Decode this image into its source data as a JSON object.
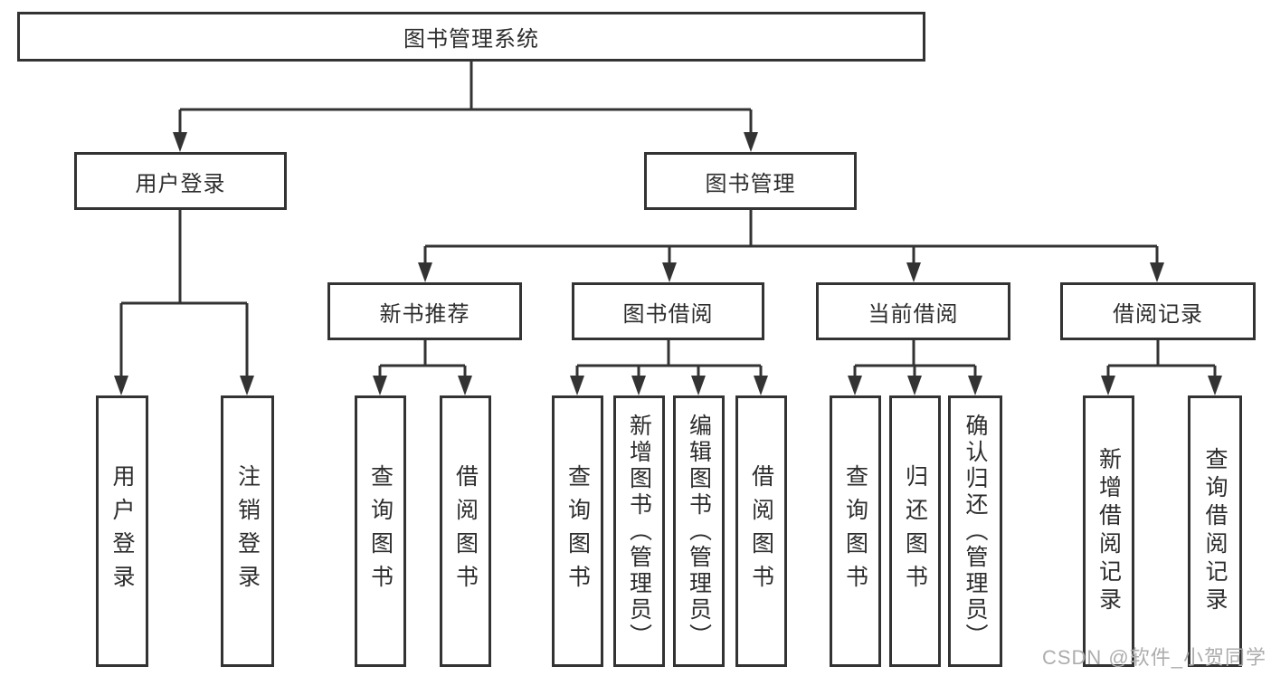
{
  "diagram": {
    "root": "图书管理系统",
    "branches": [
      {
        "label": "用户登录",
        "children": [
          "用户登录",
          "注销登录"
        ]
      },
      {
        "label": "图书管理",
        "groups": [
          {
            "label": "新书推荐",
            "children": [
              "查询图书",
              "借阅图书"
            ]
          },
          {
            "label": "图书借阅",
            "children": [
              "查询图书",
              "新增图书（管理员）",
              "编辑图书（管理员）",
              "借阅图书"
            ]
          },
          {
            "label": "当前借阅",
            "children": [
              "查询图书",
              "归还图书",
              "确认归还（管理员）"
            ]
          },
          {
            "label": "借阅记录",
            "children": [
              "新增借阅记录",
              "查询借阅记录"
            ]
          }
        ]
      }
    ]
  },
  "watermark": "CSDN @软件_小贺同学",
  "colors": {
    "line": "#333333",
    "text": "#2d2d2d",
    "watermark": "#adadaf",
    "background": "#ffffff"
  }
}
